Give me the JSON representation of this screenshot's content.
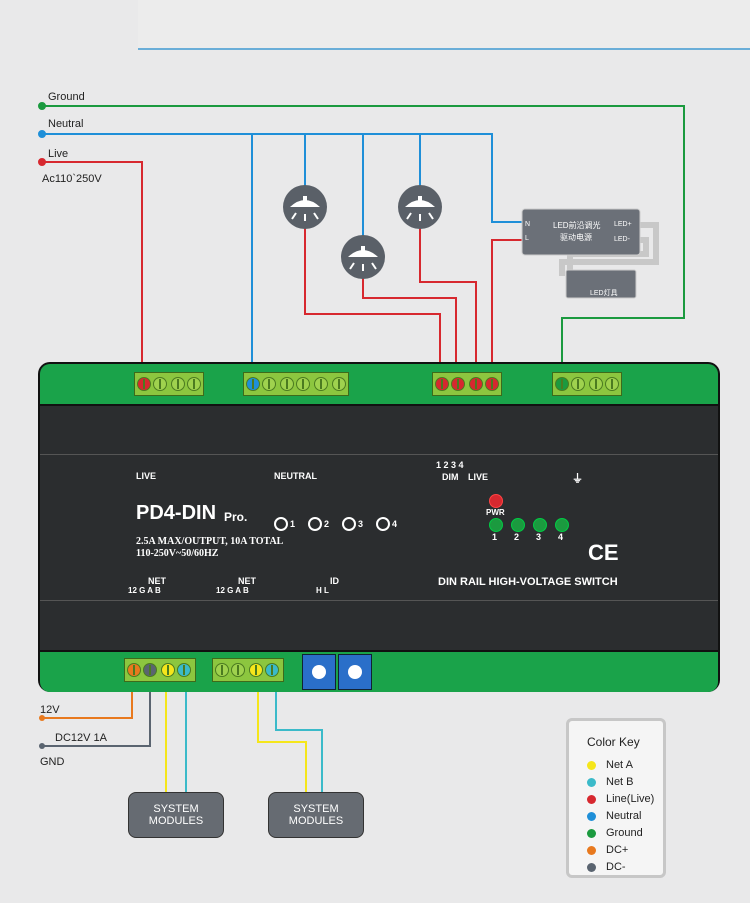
{
  "wires": {
    "ground_label": "Ground",
    "neutral_label": "Neutral",
    "live_label": "Live",
    "supply_label": "Ac110`250V",
    "v12_label": "12V",
    "dc_label": "DC12V 1A",
    "gnd_label": "GND"
  },
  "led_driver": {
    "title_line1": "LED前沿调光",
    "title_line2": "驱动电源",
    "n": "N",
    "l": "L",
    "plus": "LED+",
    "minus": "LED-",
    "lamp": "LED灯具"
  },
  "device": {
    "title": "PD4-DIN",
    "title_suffix": "Pro.",
    "spec1": "2.5A MAX/OUTPUT, 10A TOTAL",
    "spec2": "110-250V~50/60HZ",
    "live": "LIVE",
    "neutral": "NEUTRAL",
    "dim_nums": "1 2 3 4",
    "dim_label": "DIM",
    "live_label": "LIVE",
    "pwr": "PWR",
    "outputs": [
      "1",
      "2",
      "3",
      "4"
    ],
    "ce": "CE",
    "product": "DIN RAIL HIGH-VOLTAGE SWITCH",
    "net": "NET",
    "net_pins": "12 G A B",
    "id": "ID",
    "id_pins": "H L"
  },
  "modules": [
    "SYSTEM MODULES",
    "SYSTEM MODULES"
  ],
  "color_key": {
    "title": "Color Key",
    "items": [
      {
        "label": "Net A",
        "color": "#f5e61b"
      },
      {
        "label": "Net B",
        "color": "#3bbac9"
      },
      {
        "label": "Line(Live)",
        "color": "#d7282f"
      },
      {
        "label": "Neutral",
        "color": "#1f8fd8"
      },
      {
        "label": "Ground",
        "color": "#1b9a3f"
      },
      {
        "label": "DC+",
        "color": "#e8791e"
      },
      {
        "label": "DC-",
        "color": "#5a6470"
      }
    ]
  }
}
